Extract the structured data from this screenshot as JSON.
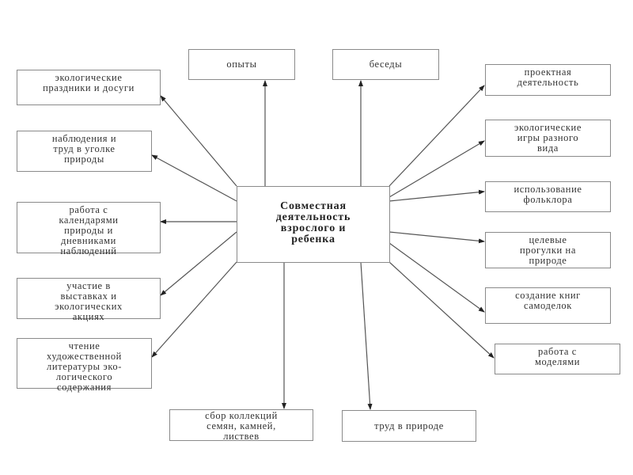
{
  "center": {
    "label": "Совместная\nдеятельность\nвзрослого и\nребенка"
  },
  "nodes": {
    "experiments": "опыты",
    "conversations": "беседы",
    "eco_holidays": "экологические\nпраздники и досуги",
    "observations": "наблюдения и\nтруд в уголке\nприроды",
    "calendars": "работа с\nкалендарями\nприроды и\nдневниками\nнаблюдений",
    "exhibitions": "участие в\nвыставках и\nэкологических\nакциях",
    "reading": "чтение\nхудожественной\nлитературы эко-\nлогического\nсодержания",
    "collections": "сбор коллекций\nсемян, камней,\nлиствев",
    "nature_work": "труд в природе",
    "projects": "проектная\nдеятельность",
    "eco_games": "экологические\nигры разного\nвида",
    "folklore": "использование\nфольклора",
    "walks": "целевые\nпрогулки на\nприроде",
    "books": "создание книг\nсамоделок",
    "models": "работа с\nмоделями"
  },
  "edges": [
    {
      "from": "center",
      "to": "experiments"
    },
    {
      "from": "center",
      "to": "conversations"
    },
    {
      "from": "center",
      "to": "eco_holidays"
    },
    {
      "from": "center",
      "to": "observations"
    },
    {
      "from": "center",
      "to": "calendars"
    },
    {
      "from": "center",
      "to": "exhibitions"
    },
    {
      "from": "center",
      "to": "reading"
    },
    {
      "from": "center",
      "to": "collections"
    },
    {
      "from": "center",
      "to": "nature_work"
    },
    {
      "from": "center",
      "to": "projects"
    },
    {
      "from": "center",
      "to": "eco_games"
    },
    {
      "from": "center",
      "to": "folklore"
    },
    {
      "from": "center",
      "to": "walks"
    },
    {
      "from": "center",
      "to": "books"
    },
    {
      "from": "center",
      "to": "models"
    }
  ]
}
